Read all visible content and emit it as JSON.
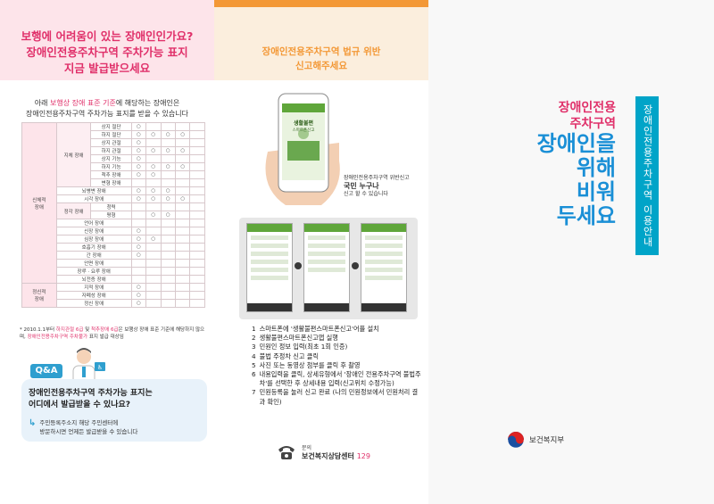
{
  "panel1": {
    "header": [
      "보행에 어려움이 있는 장애인인가요?",
      "장애인전용주차구역 주차가능 표지",
      "지금 발급받으세요"
    ],
    "intro_line1_pre": "아래 ",
    "intro_line1_hl": "보행상 장애 표준 기준",
    "intro_line1_post": "에 해당하는 장애인은",
    "intro_line2": "장애인전용주차구역 주차가능 표지를 받을 수 있습니다",
    "table": {
      "group1": "신체적\n장애",
      "group2": "정신적\n장애",
      "sub_jiche": "지체 장애",
      "sub_sigak": "정각 장애",
      "rows": [
        {
          "label": "상지 절단",
          "marks": [
            "○",
            "",
            "",
            "",
            ""
          ]
        },
        {
          "label": "하지 절단",
          "marks": [
            "○",
            "○",
            "○",
            "○",
            ""
          ]
        },
        {
          "label": "상지 관절",
          "marks": [
            "○",
            "",
            "",
            "",
            ""
          ]
        },
        {
          "label": "하지 관절",
          "marks": [
            "○",
            "○",
            "○",
            "○",
            ""
          ]
        },
        {
          "label": "상지 기능",
          "marks": [
            "○",
            "",
            "",
            "",
            ""
          ]
        },
        {
          "label": "하지 기능",
          "marks": [
            "○",
            "○",
            "○",
            "○",
            ""
          ]
        },
        {
          "label": "척추 장애",
          "marks": [
            "○",
            "○",
            "",
            "",
            ""
          ]
        },
        {
          "label": "변형 장애",
          "marks": [
            "",
            "",
            "",
            "",
            ""
          ]
        },
        {
          "label": "뇌병변 장애",
          "marks": [
            "○",
            "○",
            "○",
            "",
            ""
          ]
        },
        {
          "label": "시각 장애",
          "marks": [
            "○",
            "○",
            "○",
            "○",
            ""
          ]
        },
        {
          "label": "청력",
          "marks": [
            "",
            "",
            "",
            "",
            ""
          ]
        },
        {
          "label": "평형",
          "marks": [
            "",
            "○",
            "○",
            "",
            ""
          ]
        },
        {
          "label": "언어 장애",
          "marks": [
            "",
            "",
            "",
            "",
            ""
          ]
        },
        {
          "label": "신장 장애",
          "marks": [
            "○",
            "",
            "",
            "",
            ""
          ]
        },
        {
          "label": "심장 장애",
          "marks": [
            "○",
            "○",
            "",
            "",
            ""
          ]
        },
        {
          "label": "호흡기 장애",
          "marks": [
            "○",
            "",
            "",
            "",
            ""
          ]
        },
        {
          "label": "간 장애",
          "marks": [
            "○",
            "",
            "",
            "",
            ""
          ]
        },
        {
          "label": "안면 장애",
          "marks": [
            "",
            "",
            "",
            "",
            ""
          ]
        },
        {
          "label": "장루 · 요루 장애",
          "marks": [
            "",
            "",
            "",
            "",
            ""
          ]
        },
        {
          "label": "뇌전증 장애",
          "marks": [
            "",
            "",
            "",
            "",
            ""
          ]
        },
        {
          "label": "지적 장애",
          "marks": [
            "○",
            "",
            "",
            "",
            ""
          ]
        },
        {
          "label": "자폐성 장애",
          "marks": [
            "○",
            "",
            "",
            "",
            ""
          ]
        },
        {
          "label": "정신 장애",
          "marks": [
            "○",
            "",
            "",
            "",
            ""
          ]
        }
      ]
    },
    "footnote_pre": "* 2010.1.1부터 ",
    "footnote_hl1": "하지관절 6급",
    "footnote_mid": " 및 ",
    "footnote_hl2": "척추장애 6급",
    "footnote_post": "은 보행상 장애 표준 기준에 해당하지 않으며, ",
    "footnote_hl3": "장애인전용주차구역 주차불가",
    "footnote_end": " 표지 발급 대상임",
    "qa_label": "Q&A",
    "qa_question": [
      "장애인전용주차구역 주차가능 표지는",
      "어디에서 발급받을 수 있나요?"
    ],
    "qa_answer": [
      "주민등록주소지 해당 주민센터에",
      "방문하시면 언제든 발급받을 수 있습니다"
    ]
  },
  "panel2": {
    "header": [
      "장애인전용주차구역 법규 위반",
      "신고해주세요"
    ],
    "phone_app_title": "생활불편\n스마트폰신고",
    "caption_small": "장애인전용주차구역 위반신고",
    "caption_big_pre": "국민 ",
    "caption_big_hl": "누구나",
    "caption_end": "신고 할 수 있습니다",
    "steps": [
      {
        "n": "1",
        "text": "스마트폰에 '생활불편스마트폰신고'어플 설치"
      },
      {
        "n": "2",
        "text": "생활불편스마트폰신고앱 실행"
      },
      {
        "n": "3",
        "text": "민원인 정보 입력(최초 1회 인증)"
      },
      {
        "n": "4",
        "text": "불법 주정차 신고 클릭"
      },
      {
        "n": "5",
        "text": "사진 또는 동영상 첨부를 클릭 후 촬영"
      },
      {
        "n": "6",
        "text": "내용입력을 클릭, 상세유형에서 '장애인 전용주차구역 불법주차'를 선택한 후 상세내용 입력(신고위치 수정가능)"
      },
      {
        "n": "7",
        "text": "민원등록을 눌러 신고 완료 (나의 민원정보에서 민원처리 결과 확인)"
      }
    ],
    "contact_small": "문의",
    "contact_name": "보건복지상담센터",
    "contact_num": "129"
  },
  "panel3": {
    "title_small": [
      "장애인전용",
      "주차구역"
    ],
    "title_large": [
      "장애인을",
      "위해",
      "비워",
      "두세요"
    ],
    "tab": "장애인전용주차구역 이용안내",
    "ministry": "보건복지부"
  },
  "colors": {
    "pink": "#e0306a",
    "orange": "#f39836",
    "blue": "#1a8fd6",
    "teal": "#00a4c8"
  }
}
